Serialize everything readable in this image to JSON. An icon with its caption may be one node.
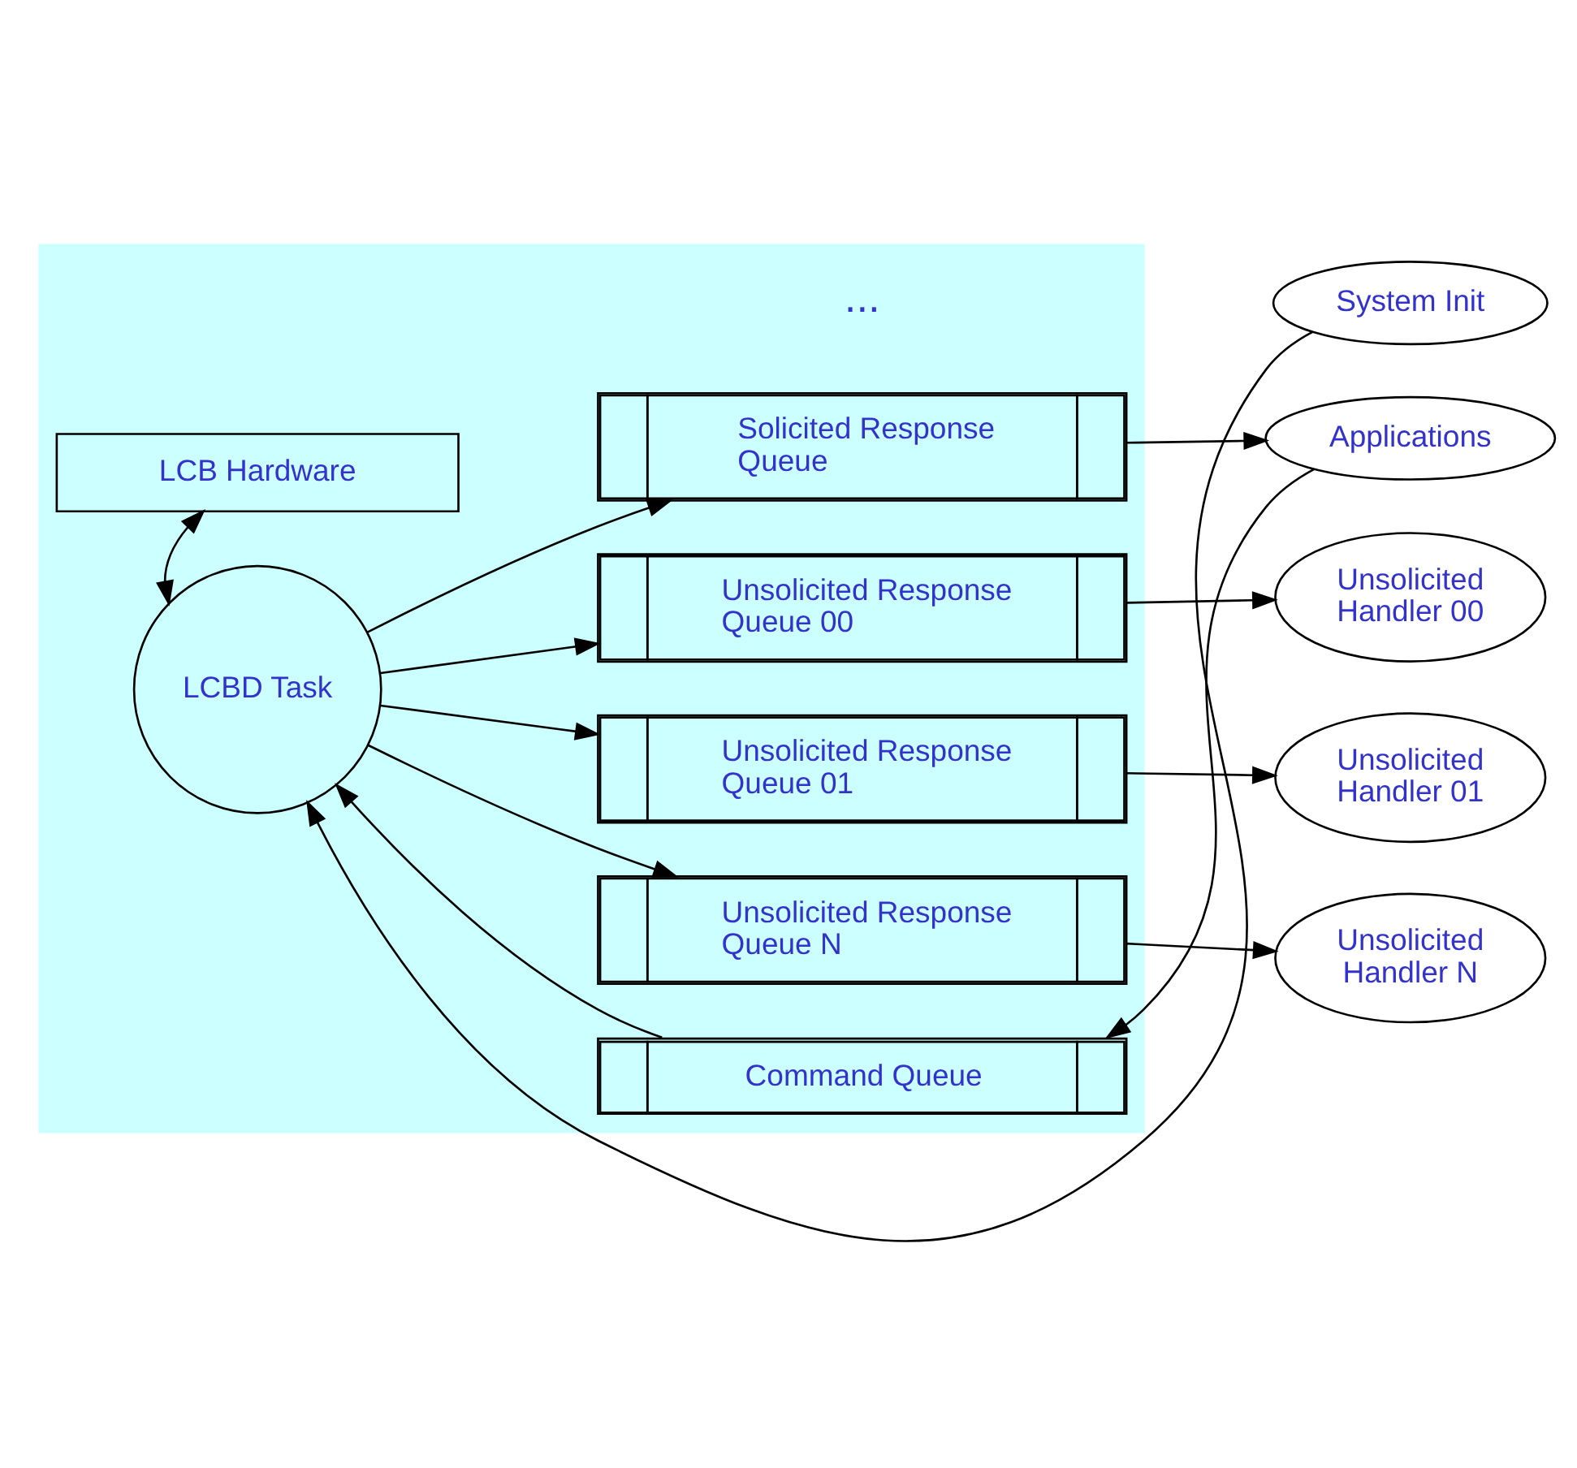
{
  "diagram": {
    "nodes": [
      {
        "text": [],
        "shape": "box"
      },
      {
        "text": [
          "System Init"
        ]
      },
      {
        "text": [
          "Command Queue"
        ],
        "in": 0
      },
      {
        "text": [
          "Applications"
        ]
      },
      {
        "text": [
          "Solicited Response Queue"
        ],
        "in": 0
      },
      {
        "text": [
          "LCBD Task"
        ],
        "in": 0
      },
      {
        "text": [
          "Unsolicited Response Queue 00"
        ],
        "in": 0
      },
      {
        "text": [
          "Unsolicited Handler 00"
        ]
      },
      {
        "text": [
          "Unsolicited Response Queue 01"
        ],
        "in": 0
      },
      {
        "text": [
          "Unsolicited Handler 01"
        ]
      },
      {
        "text": [
          "Unsolicited Response Queue N"
        ],
        "in": 0
      },
      {
        "text": [
          "Unsolicited Handler N"
        ]
      },
      {
        "text": [
          "LCB Hardware"
        ],
        "in": 0
      }
    ],
    "edges": [
      {
        "from": 1,
        "to": 5,
        "arrow": "to"
      },
      {
        "from": 2,
        "to": 5,
        "arrow": "to"
      },
      {
        "from": 5,
        "to": 4,
        "arrow": "to"
      },
      {
        "from": 3,
        "to": 2,
        "arrow": "to"
      },
      {
        "from": 4,
        "to": 3,
        "arrow": "to"
      },
      {
        "from": 5,
        "to": 6,
        "arrow": "to"
      },
      {
        "from": 5,
        "to": 8,
        "arrow": "to"
      },
      {
        "from": 5,
        "to": 10,
        "arrow": "to"
      },
      {
        "from": 6,
        "to": 7,
        "arrow": "to"
      },
      {
        "from": 8,
        "to": 9,
        "arrow": "to"
      },
      {
        "from": 10,
        "to": 11,
        "arrow": "to"
      },
      {
        "from": 5,
        "to": 12,
        "arrow": "both"
      }
    ],
    "labels": [
      "..."
    ]
  }
}
